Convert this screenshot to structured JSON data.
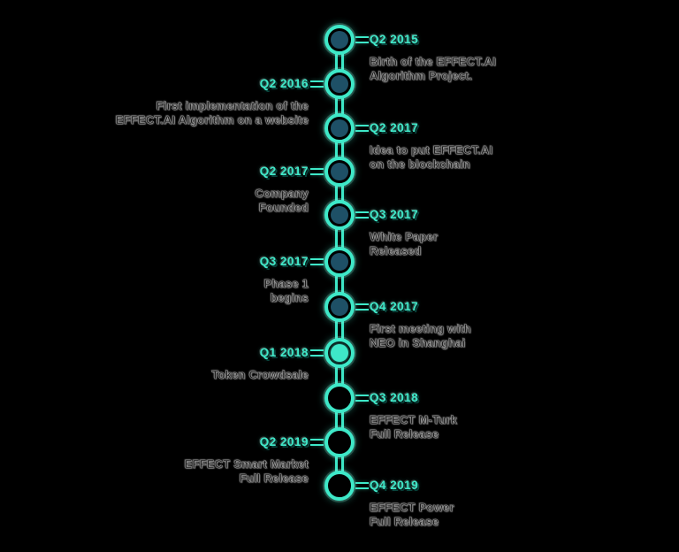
{
  "canvas": {
    "background": "#000000"
  },
  "colors": {
    "accent_teal": "#3EE8C8",
    "node_fill_navy": "#1E5066",
    "node_fill_mint": "#3EE8C8",
    "date_text": "#3EE8C8",
    "description_text": "#1C1C1C"
  },
  "timeline": {
    "orientation": "vertical",
    "entries": [
      {
        "date": "Q2 2015",
        "description": "Birth of the EFFECT.AI\nAlgorithm Project.",
        "side": "right",
        "node_style": "filled-navy"
      },
      {
        "date": "Q2 2016",
        "description": "First implementation of the\nEFFECT.AI Algorithm on a website",
        "side": "left",
        "node_style": "filled-navy"
      },
      {
        "date": "Q2 2017",
        "description": "Idea to put EFFECT.AI\non the blockchain",
        "side": "right",
        "node_style": "filled-navy"
      },
      {
        "date": "Q2 2017",
        "description": "Company\nFounded",
        "side": "left",
        "node_style": "filled-navy"
      },
      {
        "date": "Q3 2017",
        "description": "White Paper\nReleased",
        "side": "right",
        "node_style": "filled-navy"
      },
      {
        "date": "Q3 2017",
        "description": "Phase 1\nbegins",
        "side": "left",
        "node_style": "filled-navy"
      },
      {
        "date": "Q4 2017",
        "description": "First meeting with\nNEO in Shanghai",
        "side": "right",
        "node_style": "filled-navy"
      },
      {
        "date": "Q1 2018",
        "description": "Token Crowdsale",
        "side": "left",
        "node_style": "filled-mint"
      },
      {
        "date": "Q3 2018",
        "description": "EFFECT M-Turk\nFull Release",
        "side": "right",
        "node_style": "hollow"
      },
      {
        "date": "Q2 2019",
        "description": "EFFECT Smart Market\nFull Release",
        "side": "left",
        "node_style": "hollow"
      },
      {
        "date": "Q4 2019",
        "description": "EFFECT Power\nFull Release",
        "side": "right",
        "node_style": "hollow"
      }
    ]
  }
}
